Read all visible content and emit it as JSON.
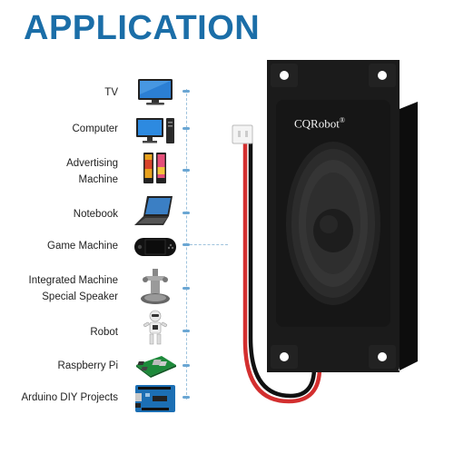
{
  "title": "APPLICATION",
  "brand": "CQRobot",
  "brand_mark": "®",
  "applications": [
    {
      "label": "TV",
      "icon": "tv-icon"
    },
    {
      "label": "Computer",
      "icon": "desktop-computer-icon"
    },
    {
      "label": "Advertising\nMachine",
      "icon": "advertising-kiosk-icon"
    },
    {
      "label": "Notebook",
      "icon": "laptop-icon"
    },
    {
      "label": "Game Machine",
      "icon": "handheld-console-icon"
    },
    {
      "label": "Integrated Machine\nSpecial Speaker",
      "icon": "speaker-module-icon"
    },
    {
      "label": "Robot",
      "icon": "robot-icon"
    },
    {
      "label": "Raspberry Pi",
      "icon": "raspberry-pi-board-icon"
    },
    {
      "label": "Arduino DIY Projects",
      "icon": "arduino-board-icon"
    }
  ],
  "colors": {
    "title": "#1b6ea8",
    "guide": "#9fc3dd",
    "speaker_body": "#1a1a1a",
    "wire_red": "#d32f2f",
    "wire_black": "#111111"
  }
}
